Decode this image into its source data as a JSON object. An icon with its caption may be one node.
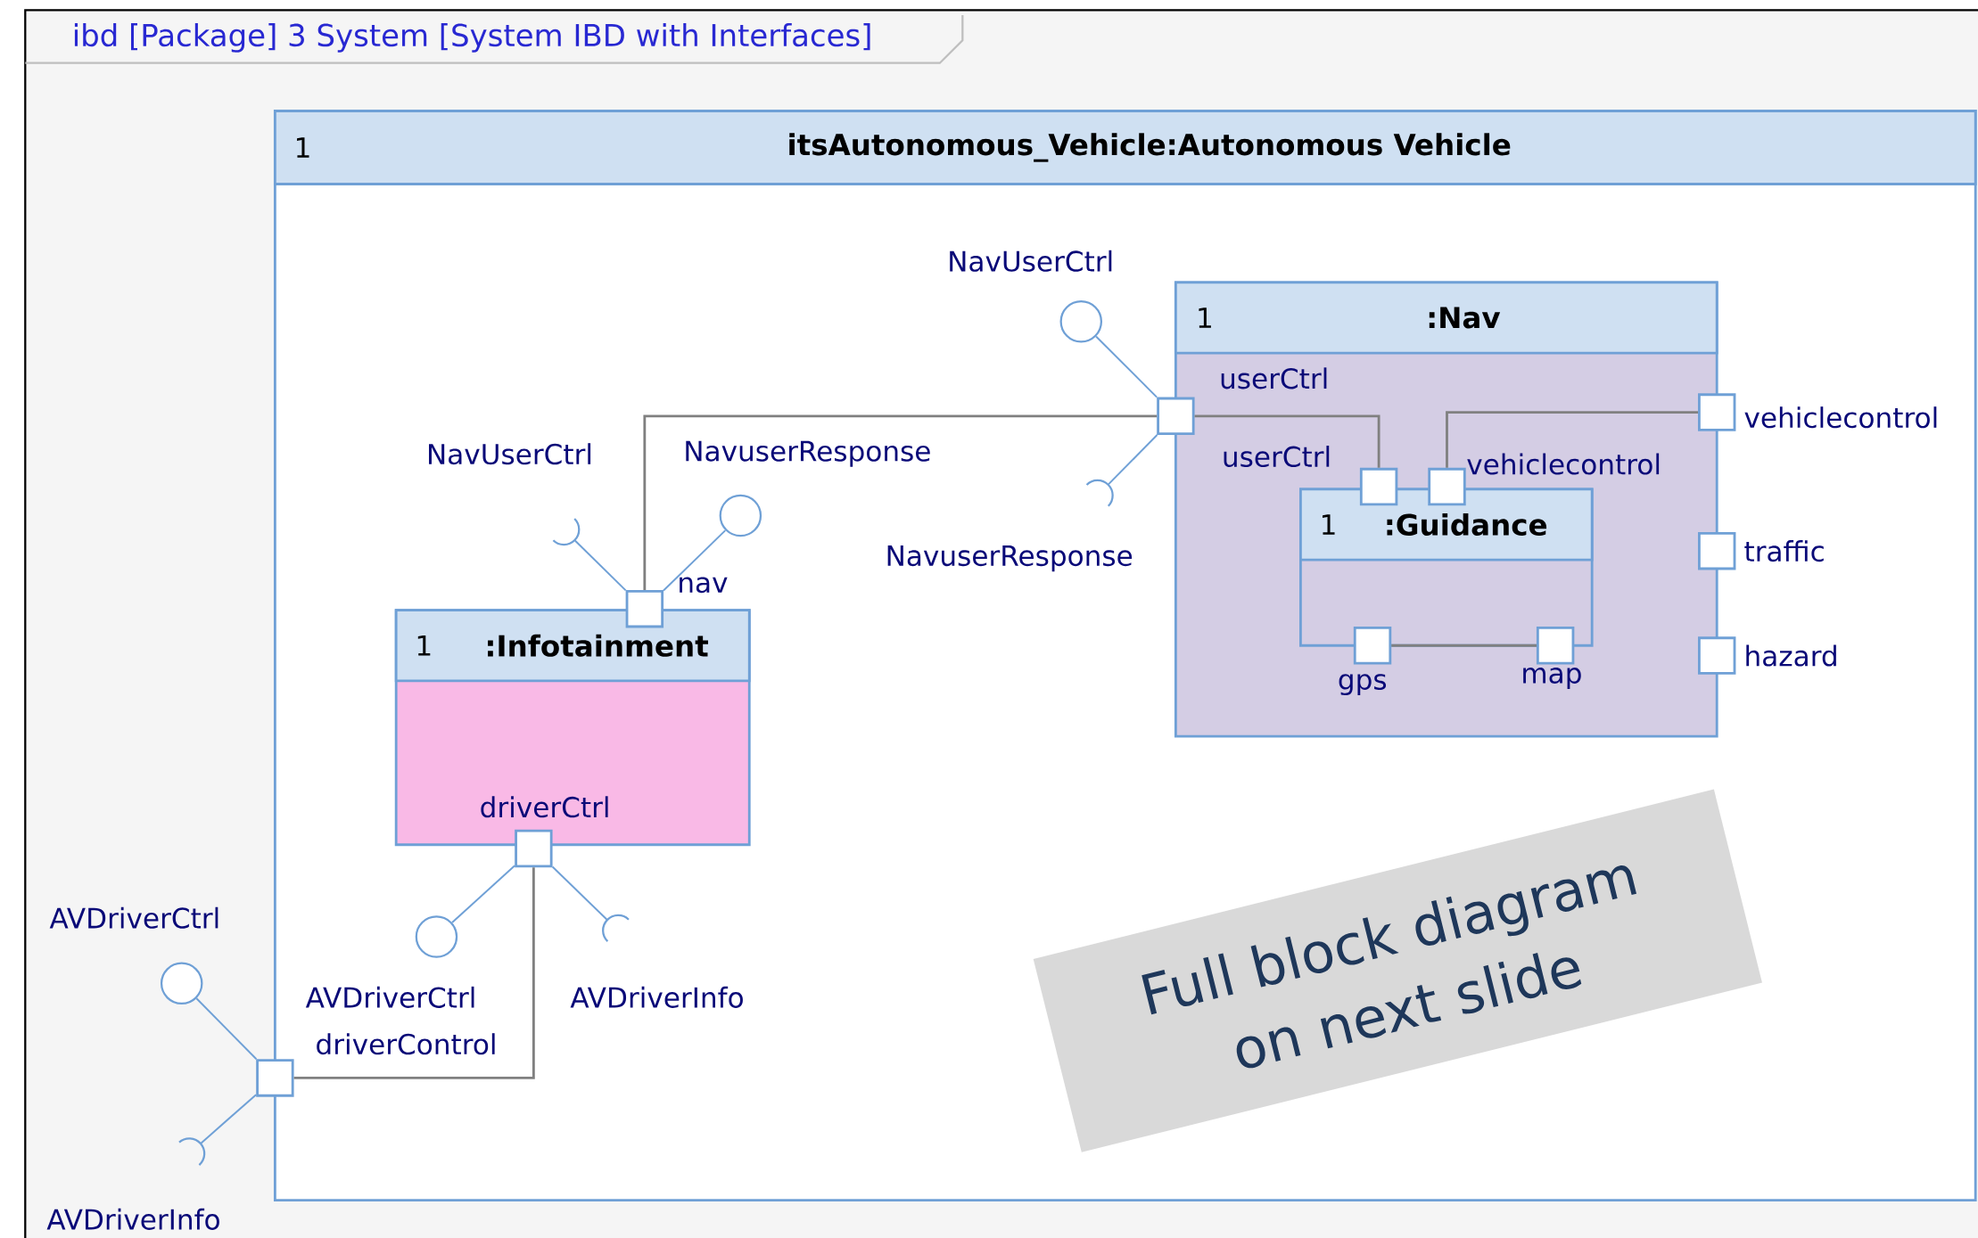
{
  "diagram": {
    "title": "ibd [Package] 3 System [System IBD with Interfaces]",
    "nodes": [
      {
        "text": [
          "1",
          "itsAutonomous_Vehicle:Autonomous Vehicle"
        ]
      },
      {
        "text": [
          "1",
          ":Nav"
        ],
        "in": 0
      },
      {
        "text": [
          "1",
          ":Guidance"
        ],
        "in": 1
      },
      {
        "text": [
          "1",
          ":Infotainment"
        ],
        "in": 0
      },
      {
        "text": [],
        "shape": "box",
        "beside": [
          "userCtrl"
        ],
        "in": 0
      },
      {
        "text": [],
        "shape": "box",
        "beside": [
          "vehiclecontrol"
        ],
        "in": 0
      },
      {
        "text": [],
        "shape": "box",
        "beside": [
          "traffic"
        ],
        "in": 0
      },
      {
        "text": [],
        "shape": "box",
        "beside": [
          "hazard"
        ],
        "in": 0
      },
      {
        "text": [],
        "shape": "box",
        "beside": [
          "userCtrl"
        ],
        "in": 1
      },
      {
        "text": [],
        "shape": "box",
        "beside": [
          "vehiclecontrol"
        ],
        "in": 1
      },
      {
        "text": [],
        "shape": "box",
        "beside": [
          "gps"
        ],
        "in": 1
      },
      {
        "text": [],
        "shape": "box",
        "beside": [
          "map"
        ],
        "in": 1
      },
      {
        "text": [],
        "shape": "box",
        "beside": [
          "nav"
        ],
        "in": 0
      },
      {
        "text": [],
        "shape": "box",
        "beside": [
          "driverCtrl"
        ],
        "in": 0
      },
      {
        "text": [],
        "shape": "box",
        "beside": [
          "driverControl"
        ]
      },
      {
        "text": [],
        "shape": "circle",
        "beside": [
          "NavUserCtrl"
        ],
        "in": 0
      },
      {
        "text": [],
        "shape": "arc",
        "beside": [
          "NavuserResponse"
        ],
        "in": 0
      },
      {
        "text": [],
        "shape": "arc",
        "beside": [
          "NavUserCtrl"
        ],
        "in": 0
      },
      {
        "text": [],
        "shape": "circle",
        "beside": [
          "NavuserResponse"
        ],
        "in": 0
      },
      {
        "text": [],
        "shape": "circle",
        "beside": [
          "AVDriverCtrl"
        ],
        "in": 0
      },
      {
        "text": [],
        "shape": "arc",
        "beside": [
          "AVDriverInfo"
        ],
        "in": 0
      },
      {
        "text": [],
        "shape": "circle",
        "beside": [
          "AVDriverCtrl"
        ]
      },
      {
        "text": [],
        "shape": "arc",
        "beside": [
          "AVDriverInfo"
        ]
      }
    ],
    "edges": [
      {
        "from": 12,
        "to": 4,
        "arrow": "none",
        "color": "#808080"
      },
      {
        "from": 4,
        "to": 8,
        "arrow": "none",
        "color": "#808080"
      },
      {
        "from": 9,
        "to": 5,
        "arrow": "none",
        "color": "#808080"
      },
      {
        "from": 10,
        "to": 11,
        "arrow": "none",
        "color": "#808080"
      },
      {
        "from": 13,
        "to": 14,
        "arrow": "none",
        "color": "#808080"
      },
      {
        "from": 4,
        "to": 15,
        "arrow": "none"
      },
      {
        "from": 4,
        "to": 16,
        "arrow": "none"
      },
      {
        "from": 12,
        "to": 17,
        "arrow": "none"
      },
      {
        "from": 12,
        "to": 18,
        "arrow": "none"
      },
      {
        "from": 13,
        "to": 19,
        "arrow": "none"
      },
      {
        "from": 13,
        "to": 20,
        "arrow": "none"
      },
      {
        "from": 14,
        "to": 21,
        "arrow": "none"
      },
      {
        "from": 14,
        "to": 22,
        "arrow": "none"
      }
    ],
    "labels": [
      "Full block diagram on next slide"
    ]
  }
}
